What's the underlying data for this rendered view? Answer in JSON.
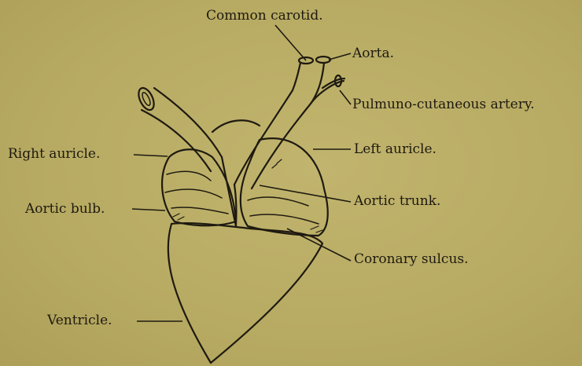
{
  "labels": {
    "common_carotid": "Common carotid.",
    "aorta": "Aorta.",
    "pulmuno_cutaneous_artery": "Pulmuno-cutaneous artery.",
    "right_auricle": "Right auricle.",
    "left_auricle": "Left auricle.",
    "aortic_bulb": "Aortic bulb.",
    "aortic_trunk": "Aortic trunk.",
    "coronary_sulcus": "Coronary sulcus.",
    "ventricle": "Ventricle."
  },
  "colors": {
    "paper": "#b8ab63",
    "ink": "#1e1a10"
  }
}
